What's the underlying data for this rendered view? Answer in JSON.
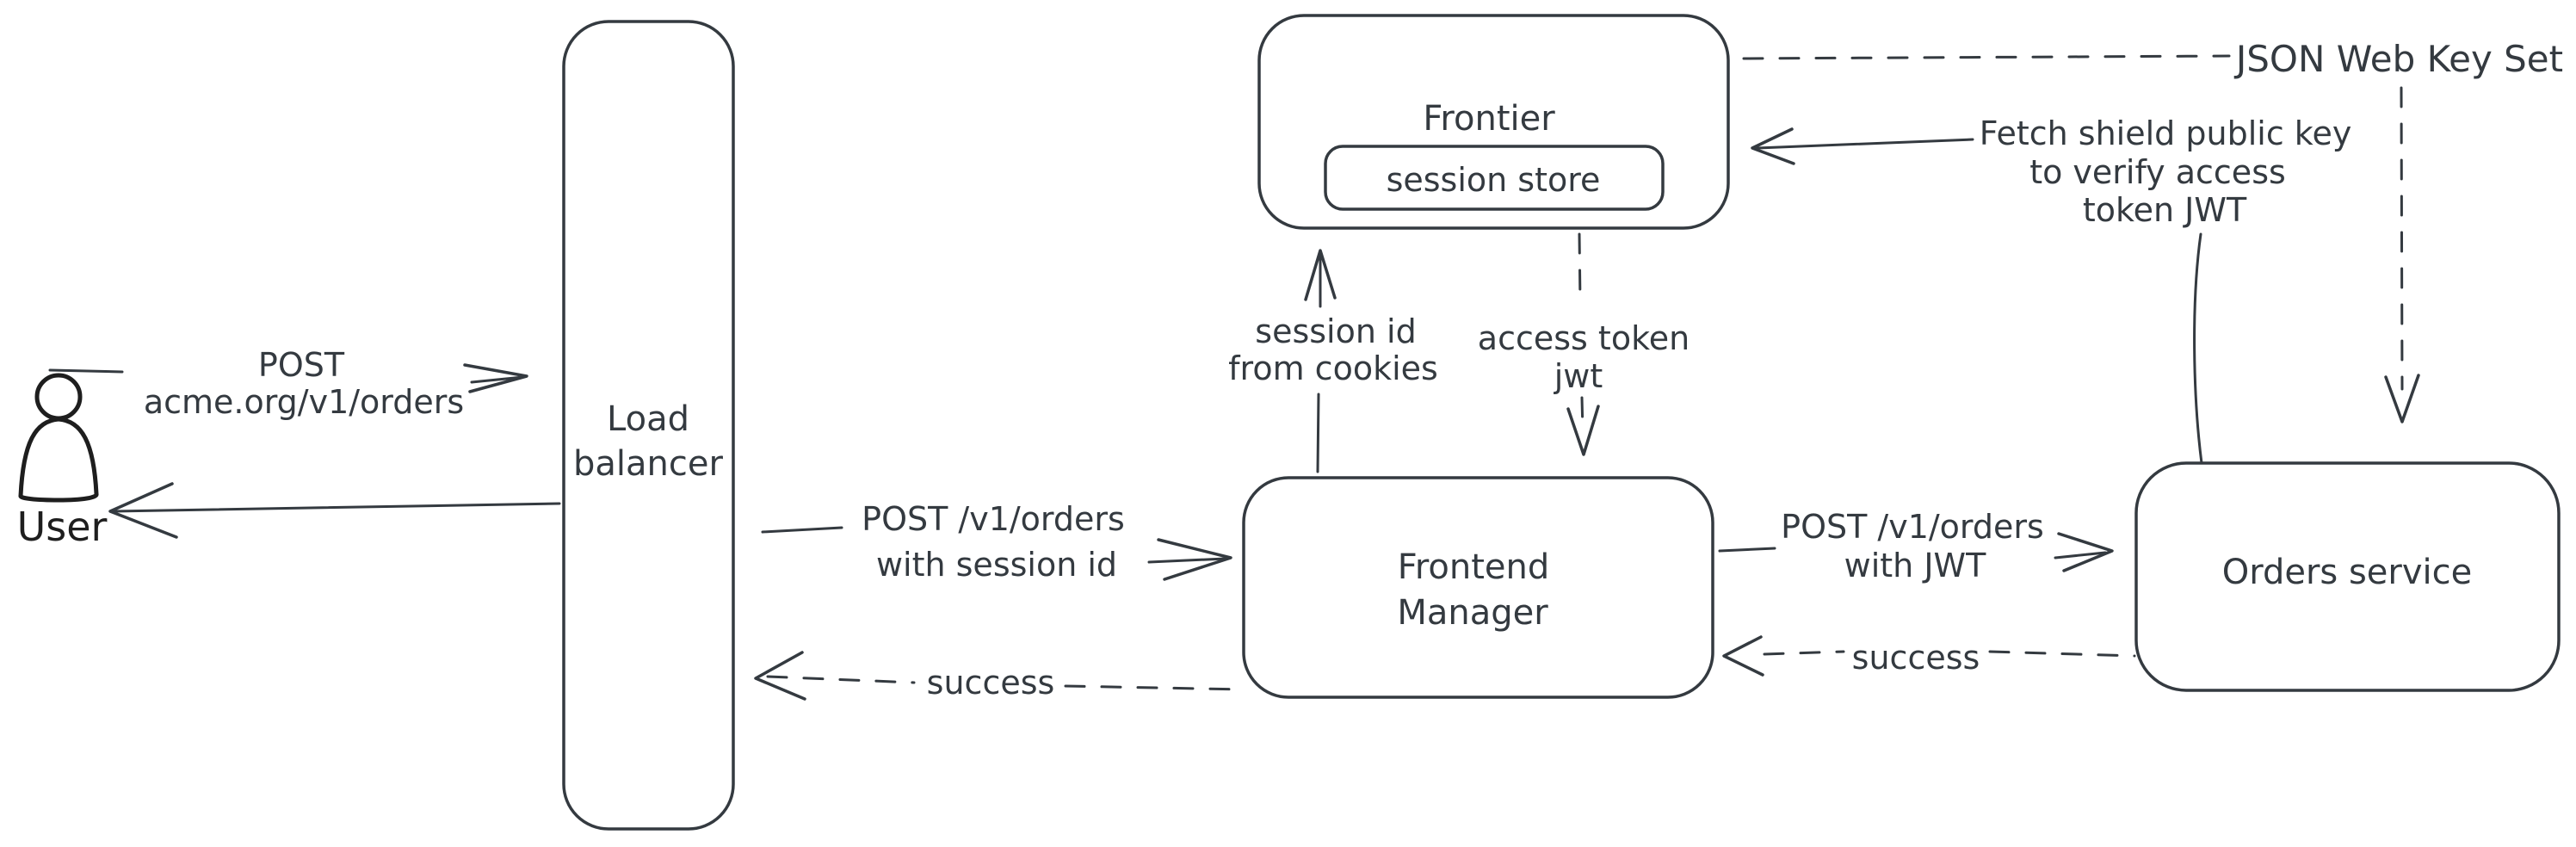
{
  "diagram": {
    "colors": {
      "stroke": "#343a40",
      "user_stroke": "#1e1e1e",
      "hatch_fill": "#ced4da",
      "background": "#ffffff"
    },
    "nodes": {
      "user": {
        "label": "User"
      },
      "load_balancer": {
        "label_line1": "Load",
        "label_line2": "balancer"
      },
      "frontier": {
        "label": "Frontier"
      },
      "session_store": {
        "label": "session store"
      },
      "frontend_manager": {
        "label_line1": "Frontend",
        "label_line2": "Manager"
      },
      "orders_service": {
        "label": "Orders service"
      }
    },
    "edges": {
      "user_to_load_balancer": {
        "label_line1": "POST",
        "label_line2": "acme.org/v1/orders"
      },
      "load_balancer_to_frontend_manager": {
        "label_line1": "POST /v1/orders",
        "label_line2": "with session id"
      },
      "frontend_manager_to_load_balancer": {
        "label": "success"
      },
      "frontend_manager_to_frontier": {
        "label_line1": "session id",
        "label_line2": "from cookies"
      },
      "frontier_to_frontend_manager": {
        "label_line1": "access token",
        "label_line2": "jwt"
      },
      "frontend_manager_to_orders_service": {
        "label_line1": "POST /v1/orders",
        "label_line2": "with JWT"
      },
      "orders_service_to_frontend_manager": {
        "label": "success"
      },
      "frontier_to_jwks": {
        "label": "JSON Web Key Set"
      },
      "orders_service_to_frontier": {
        "label_line1": "Fetch shield public key",
        "label_line2": "to verify access",
        "label_line3": "token JWT"
      }
    }
  }
}
